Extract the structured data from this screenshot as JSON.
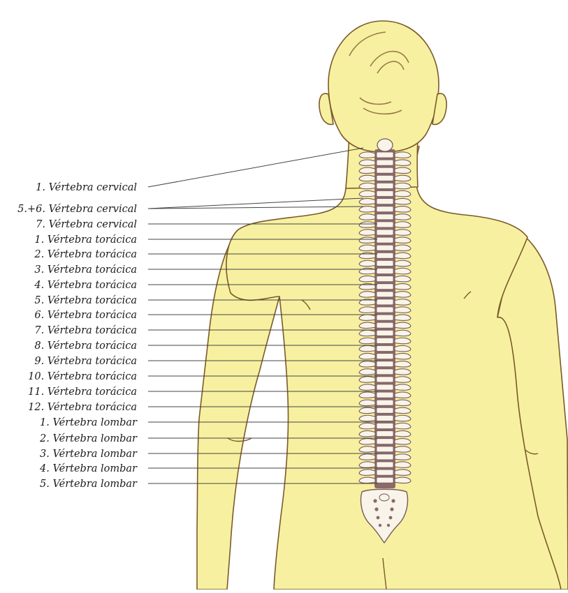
{
  "labels": [
    "1. Vértebra cervical",
    "5.+6. Vértebra cervical",
    "7. Vértebra cervical",
    "1. Vértebra torácica",
    "2. Vértebra torácica",
    "3. Vértebra torácica",
    "4. Vértebra torácica",
    "5. Vértebra torácica",
    "6. Vértebra torácica",
    "7. Vértebra torácica",
    "8. Vértebra torácica",
    "9. Vértebra torácica",
    "10. Vértebra torácica",
    "11. Vértebra torácica",
    "12. Vértebra torácica",
    "1. Vértebra lombar",
    "2. Vértebra lombar",
    "3. Vértebra lombar",
    "4. Vértebra lombar",
    "5. Vértebra lombar"
  ],
  "colors": {
    "skin": "#f7f0a0",
    "outline": "#7a5a2a",
    "bone": "#f8f4ea",
    "bone_dark": "#8a6a6a",
    "leader": "#444444"
  }
}
